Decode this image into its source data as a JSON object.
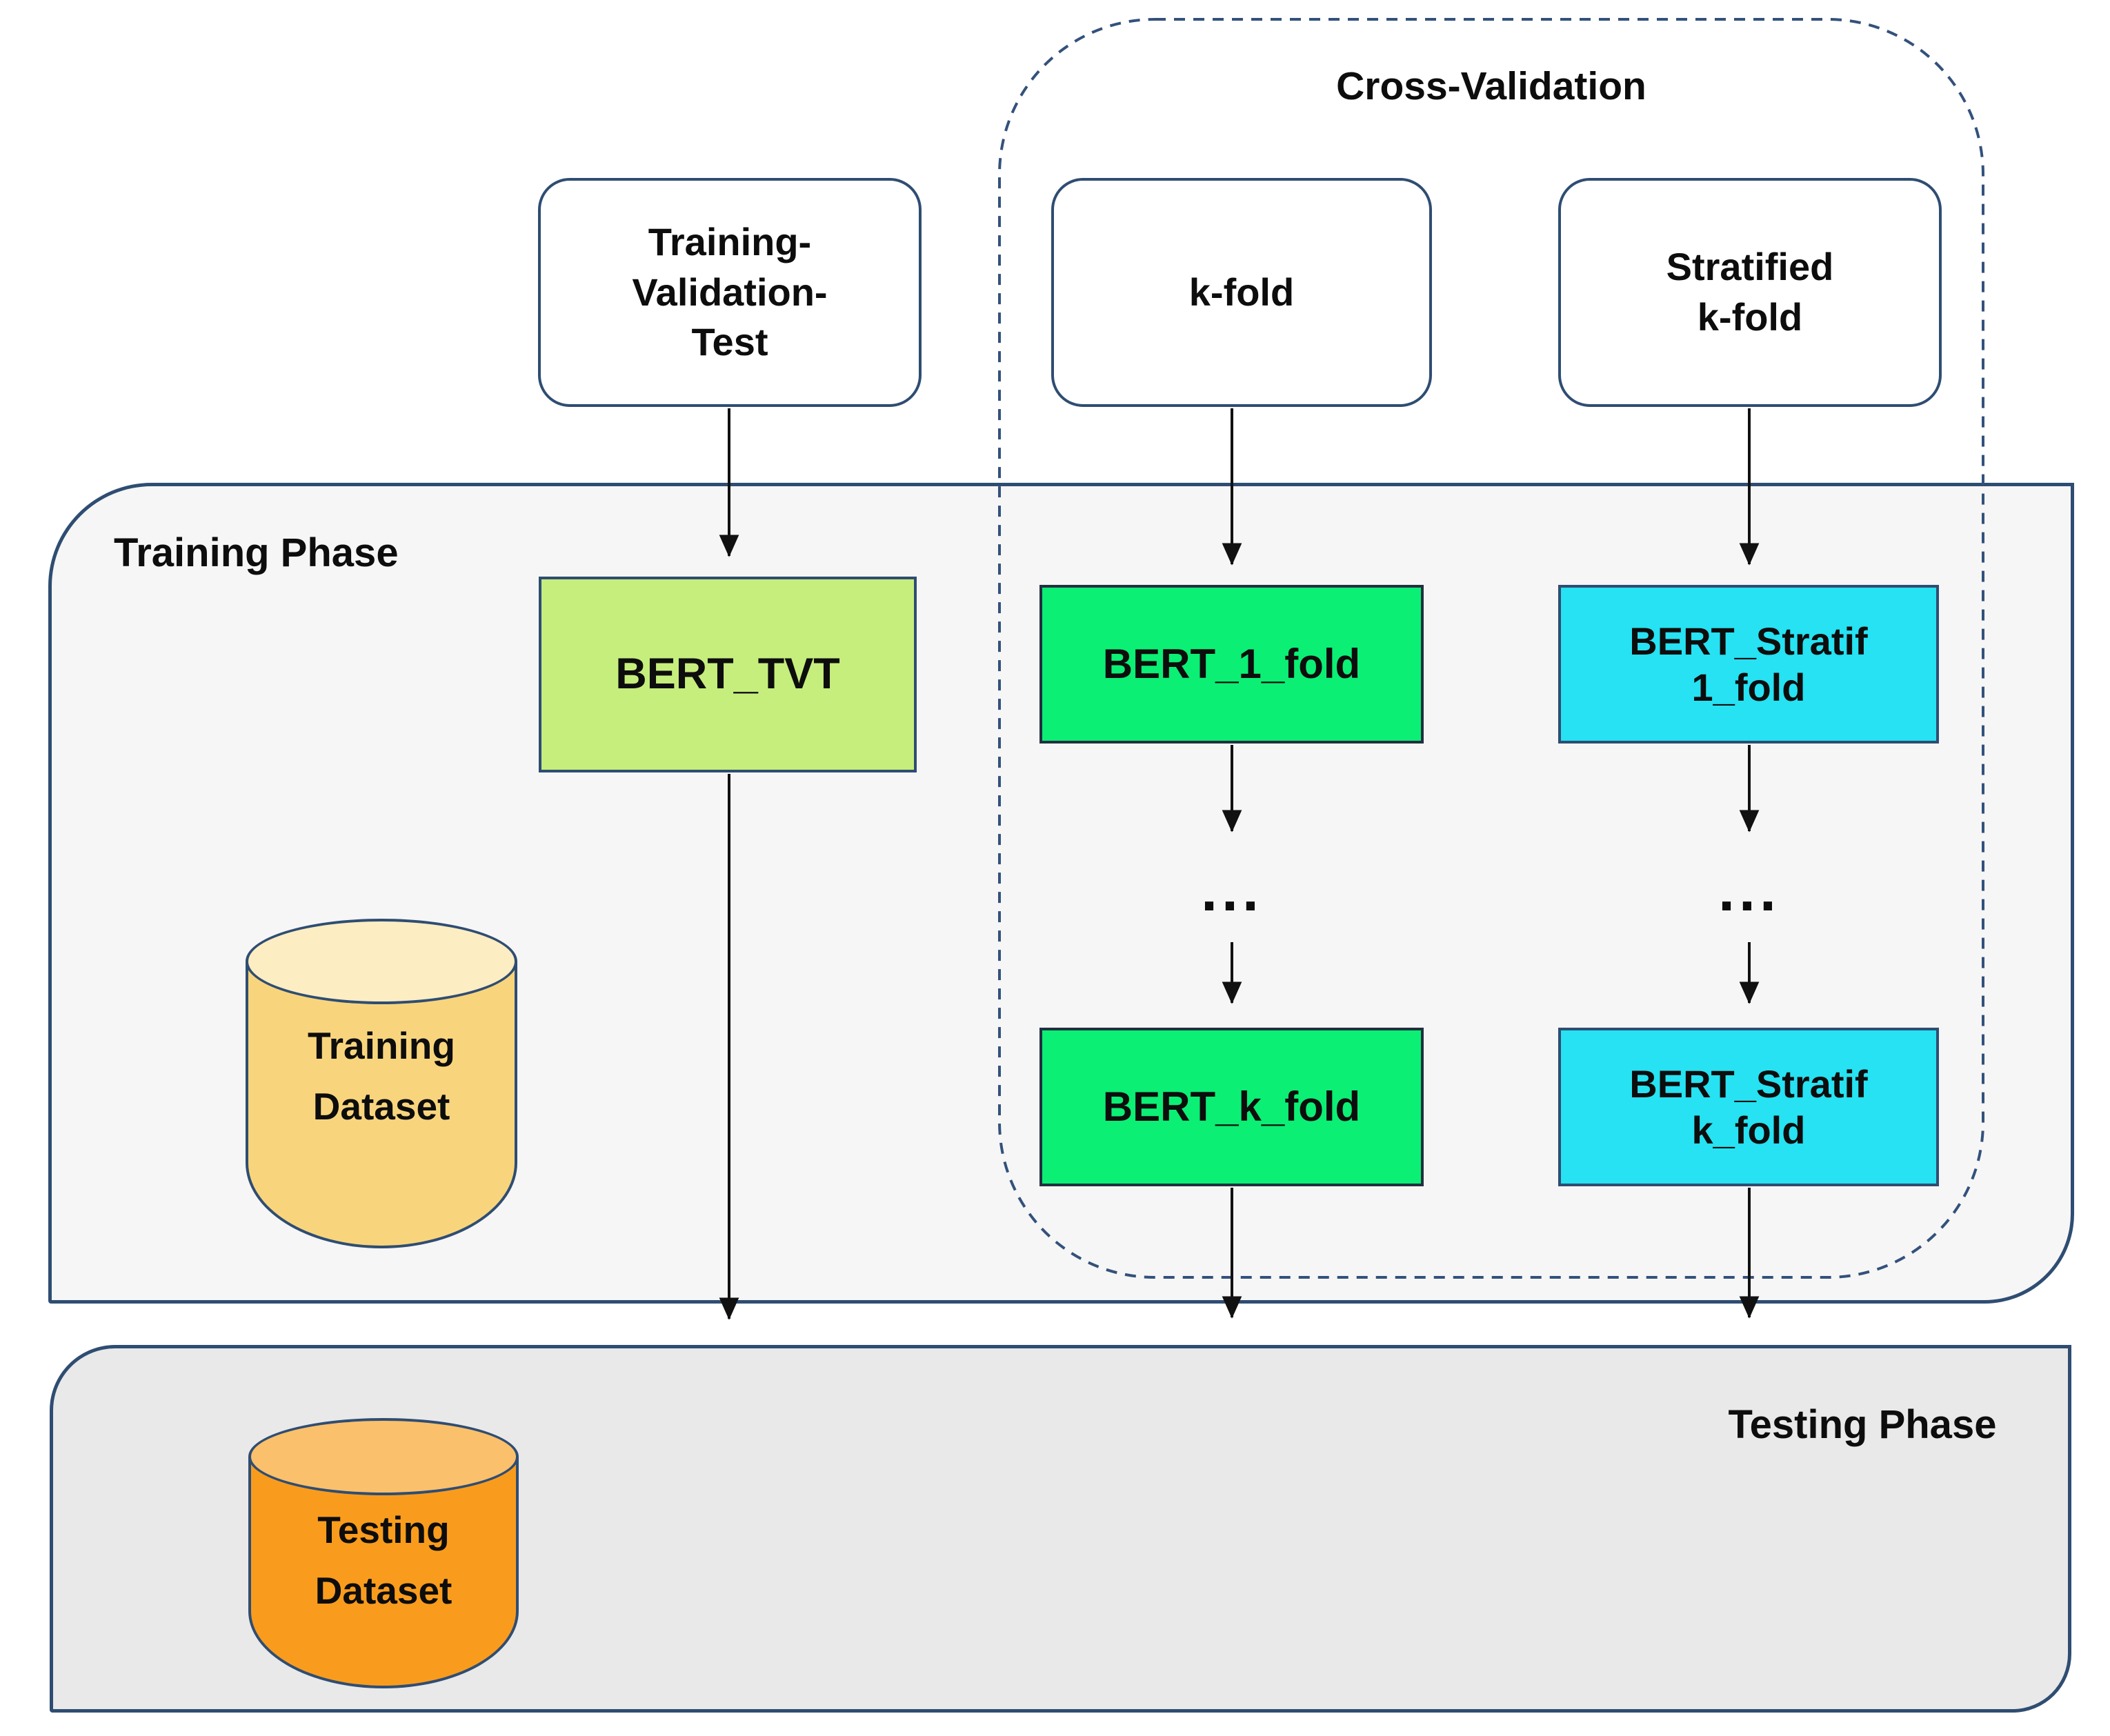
{
  "labels": {
    "cross_validation": "Cross-Validation",
    "training_phase": "Training Phase",
    "testing_phase": "Testing Phase",
    "ellipsis": "..."
  },
  "split_method_boxes": {
    "train_val_test": {
      "line1": "Training-",
      "line2": "Validation-",
      "line3": "Test"
    },
    "k_fold": {
      "label": "k-fold"
    },
    "stratified_k_fold": {
      "line1": "Stratified",
      "line2": "k-fold"
    }
  },
  "model_boxes": {
    "bert_tvt": {
      "label": "BERT_TVT",
      "fill": "#c6ee7d"
    },
    "bert_1_fold": {
      "label": "BERT_1_fold",
      "fill": "#0bef75"
    },
    "bert_k_fold": {
      "label": "BERT_k_fold",
      "fill": "#0bef75"
    },
    "bert_stratif_1_fold": {
      "line1": "BERT_Stratif",
      "line2": "1_fold",
      "fill": "#26e2f2"
    },
    "bert_stratif_k_fold": {
      "line1": "BERT_Stratif",
      "line2": "k_fold",
      "fill": "#26e2f2"
    }
  },
  "datasets": {
    "training": {
      "line1": "Training",
      "line2": "Dataset",
      "body_color": "#f8d57d",
      "top_color": "#fcedc3"
    },
    "testing": {
      "line1": "Testing",
      "line2": "Dataset",
      "body_color": "#f99c1d",
      "top_color": "#fbc06b"
    }
  },
  "colors": {
    "outline": "#2f4d72",
    "dashed_outline": "#33517b",
    "training_phase_fill": "#f6f6f6",
    "testing_phase_fill": "#e9e9e9",
    "arrow": "#111111"
  }
}
